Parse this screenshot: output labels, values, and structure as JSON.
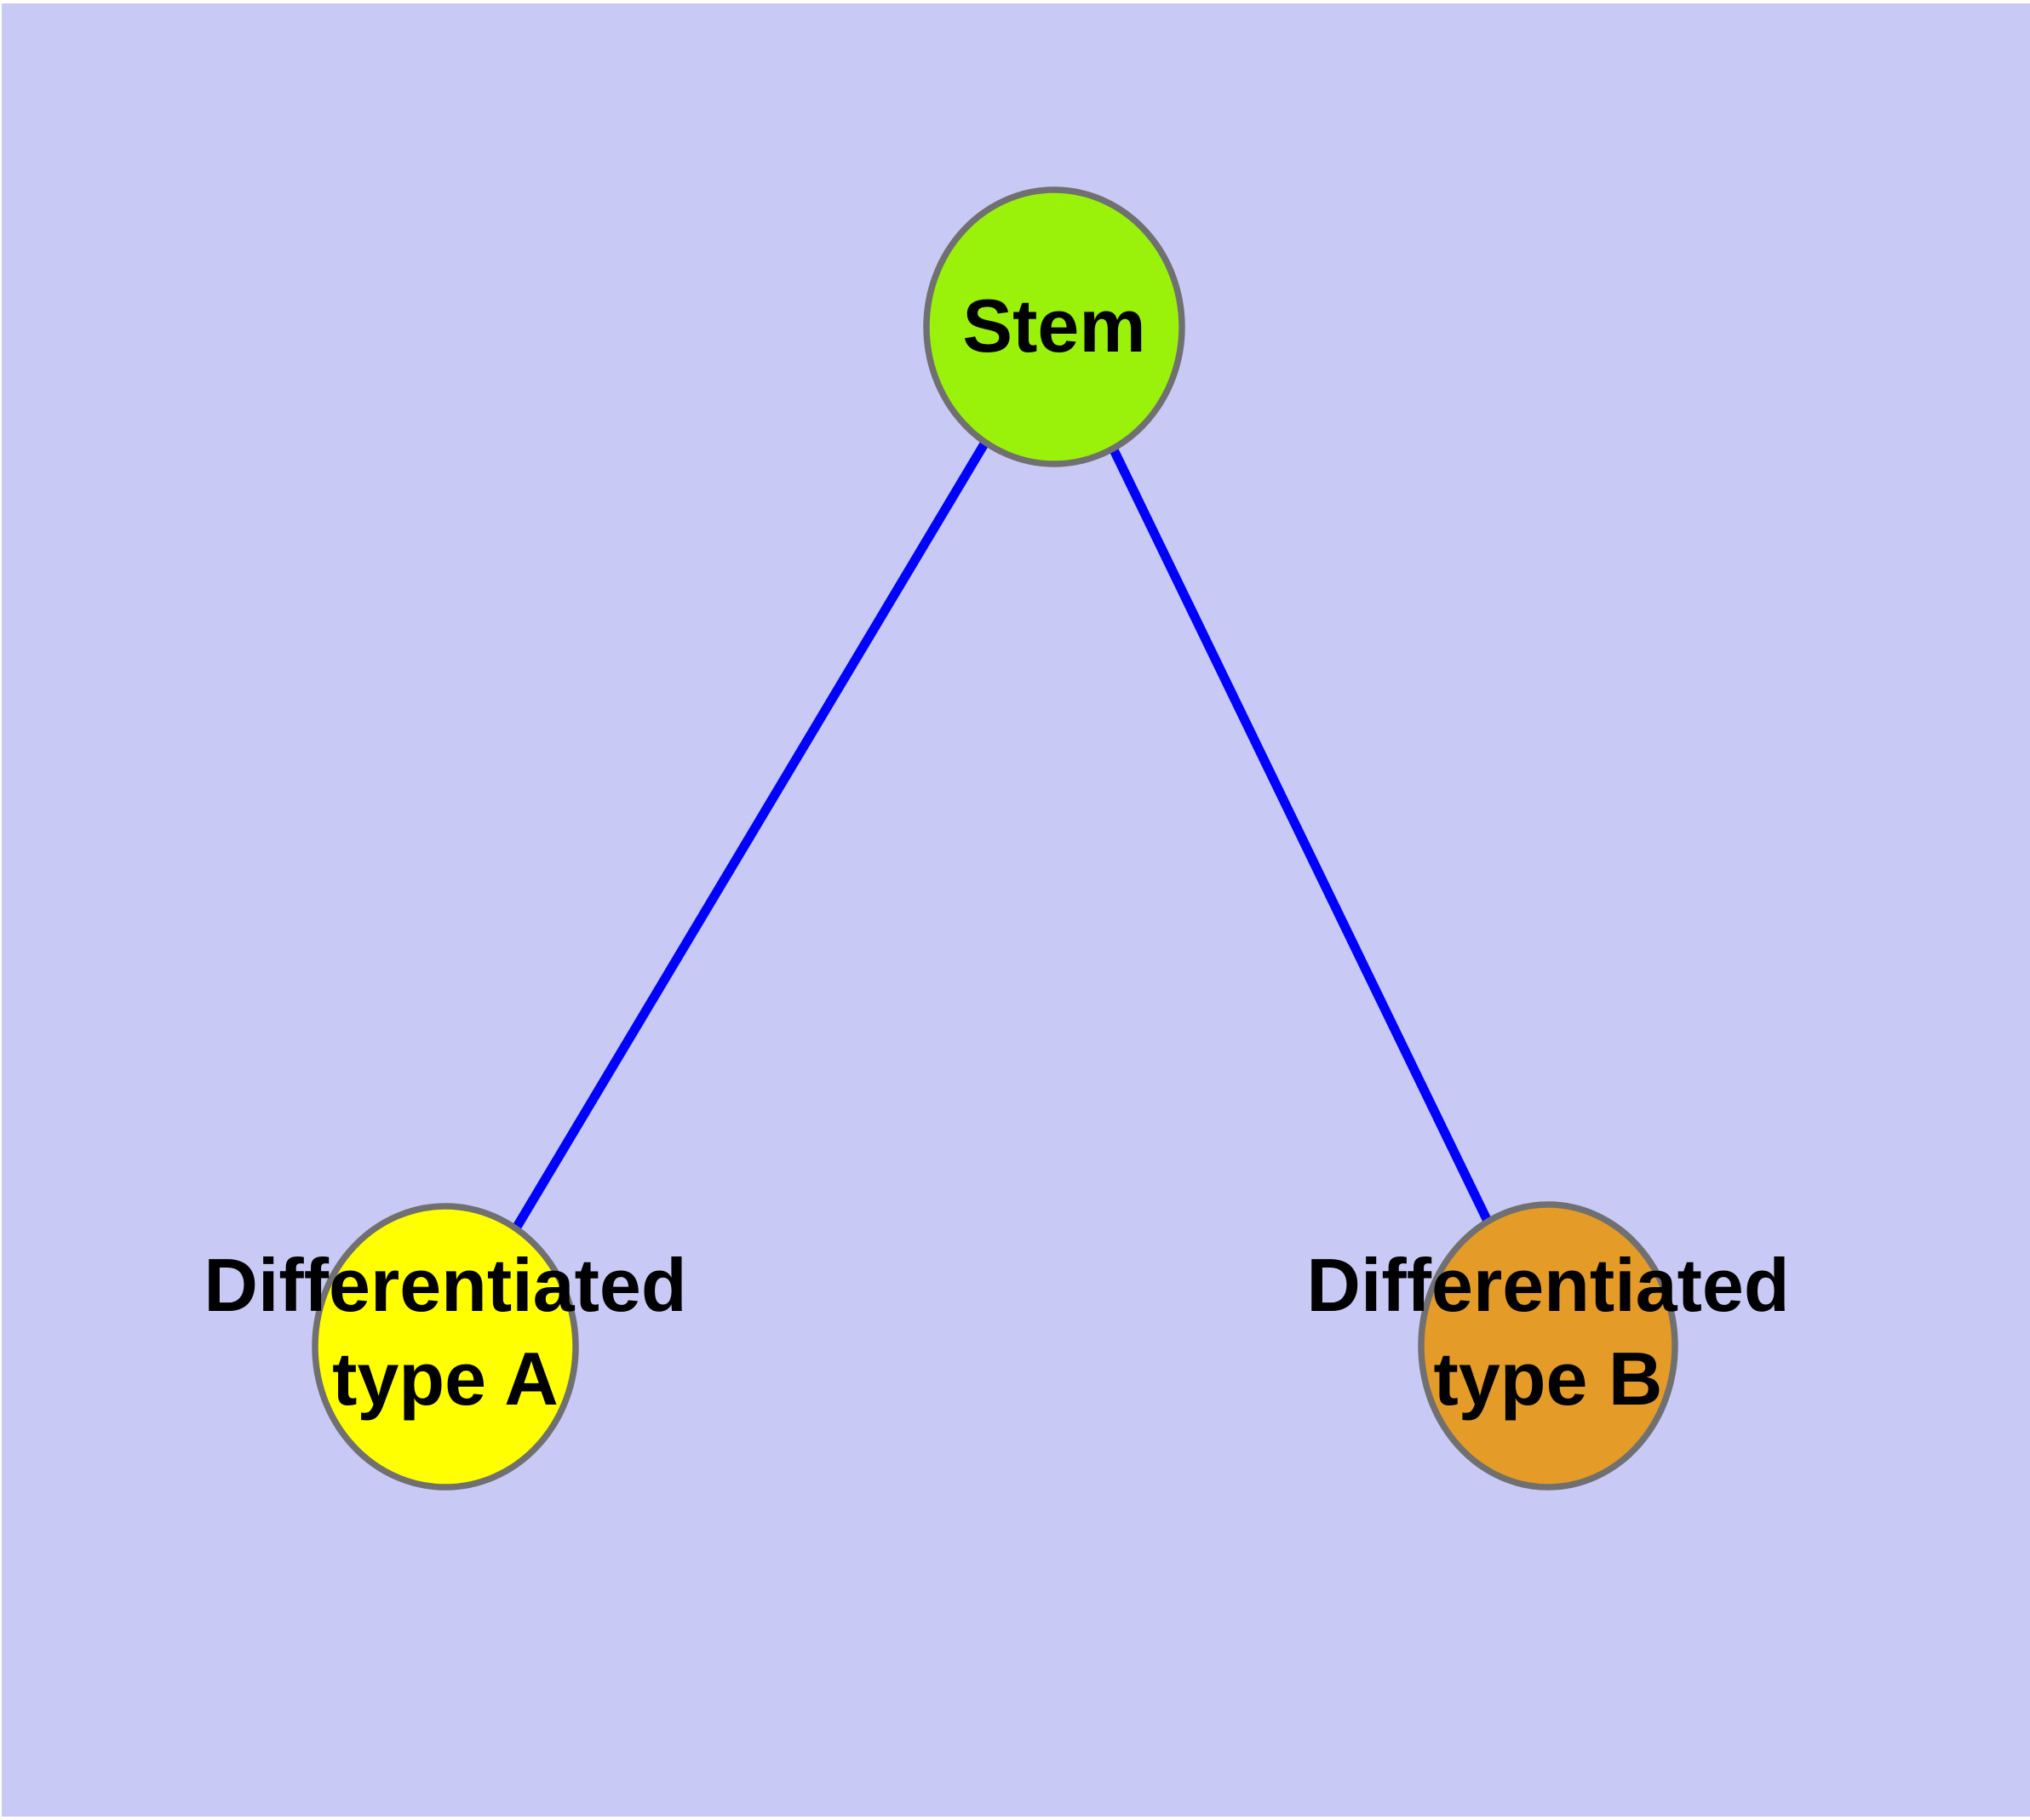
{
  "diagram": {
    "type": "graph",
    "background_color": "#C9C9F6",
    "margin_color": "#FFFFFF",
    "edge_color": "#0000FF",
    "node_border_color": "#707070",
    "text_color": "#000000",
    "nodes": [
      {
        "id": "stem",
        "label": "Stem",
        "line1": "Stem",
        "line2": "",
        "fill": "#9AF20B"
      },
      {
        "id": "differentiated-type-a",
        "label": "Differentiated type A",
        "line1": "Differentiated",
        "line2": "type A",
        "fill": "#FFFF00"
      },
      {
        "id": "differentiated-type-b",
        "label": "Differentiated type B",
        "line1": "Differentiated",
        "line2": "type B",
        "fill": "#E59B28"
      }
    ],
    "edges": [
      {
        "from": "stem",
        "to": "differentiated-type-a"
      },
      {
        "from": "stem",
        "to": "differentiated-type-b"
      }
    ]
  }
}
